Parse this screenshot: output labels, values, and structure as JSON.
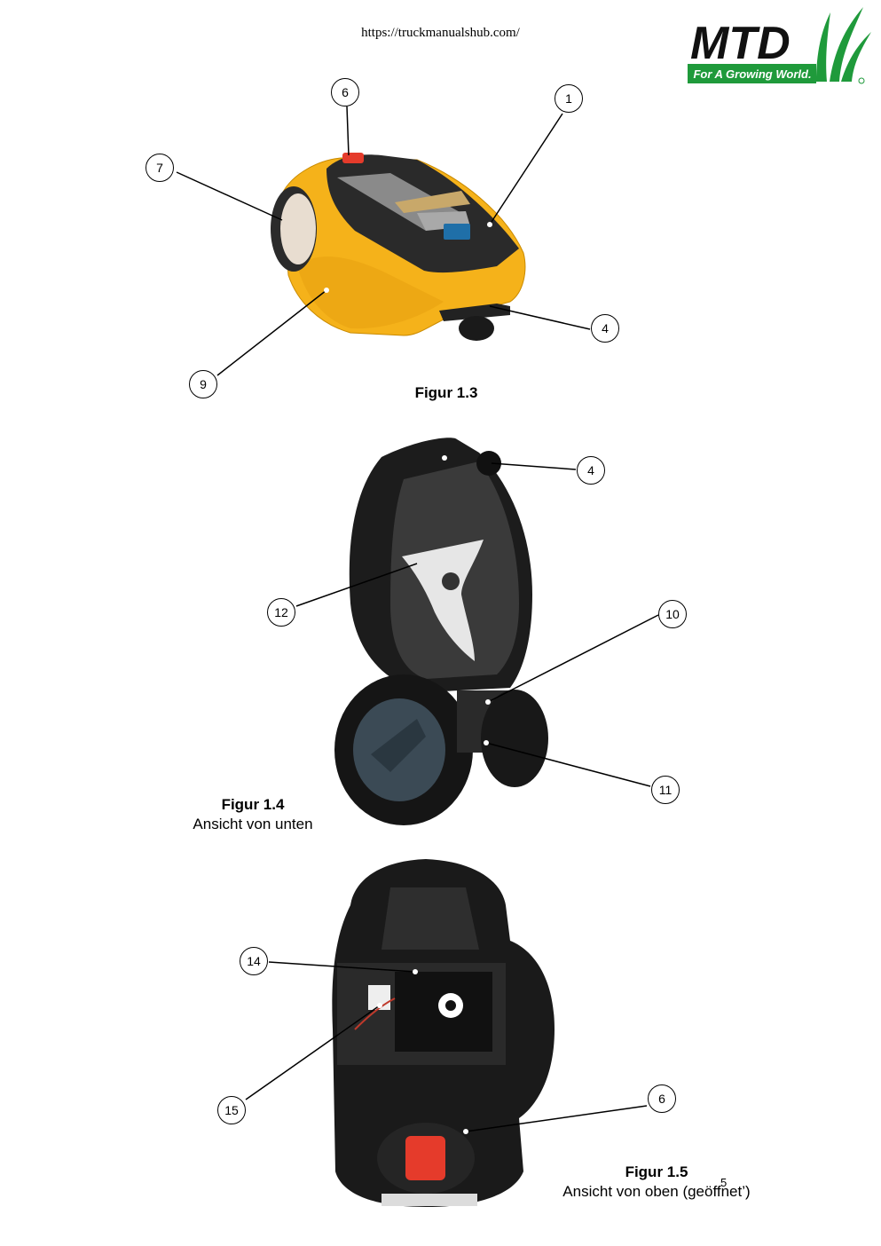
{
  "header": {
    "url": "https://truckmanualshub.com/",
    "logo": {
      "brand": "MTD",
      "tagline": "For A Growing World."
    }
  },
  "figures": [
    {
      "caption": "Figur 1.3",
      "subcaption": "",
      "callouts": [
        "6",
        "1",
        "7",
        "4",
        "9"
      ]
    },
    {
      "caption": "Figur 1.4",
      "subcaption": "Ansicht von unten",
      "callouts": [
        "4",
        "12",
        "10",
        "11"
      ]
    },
    {
      "caption": "Figur 1.5",
      "subcaption": "Ansicht von oben (geöffnet’)",
      "callouts": [
        "14",
        "15",
        "6"
      ]
    }
  ],
  "page_number": "5",
  "colors": {
    "logo_green": "#1f9a3b",
    "mower_yellow": "#f5b21a",
    "stop_red": "#e53b2b"
  }
}
